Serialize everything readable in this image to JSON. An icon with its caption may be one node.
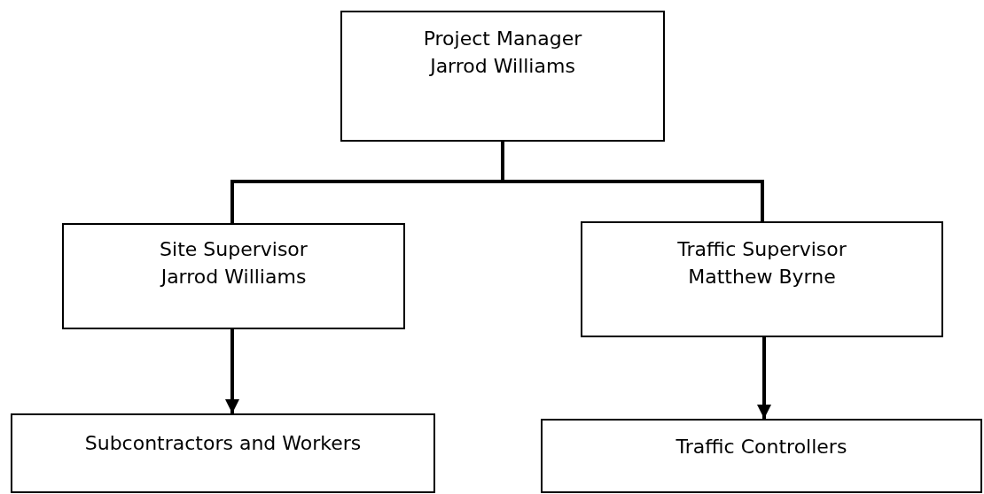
{
  "diagram": {
    "nodes": [
      {
        "text": [
          "Project Manager",
          "Jarrod Williams"
        ]
      },
      {
        "text": [
          "Site Supervisor",
          "Jarrod Williams"
        ]
      },
      {
        "text": [
          "Traffic Supervisor",
          "Matthew Byrne"
        ]
      },
      {
        "text": [
          "Subcontractors and Workers"
        ]
      },
      {
        "text": [
          "Traffic Controllers"
        ]
      }
    ],
    "edges": [
      {
        "from": 0,
        "to": 1,
        "arrow": "none"
      },
      {
        "from": 0,
        "to": 2,
        "arrow": "none"
      },
      {
        "from": 1,
        "to": 3,
        "arrow": "to"
      },
      {
        "from": 2,
        "to": 4,
        "arrow": "to"
      }
    ]
  }
}
